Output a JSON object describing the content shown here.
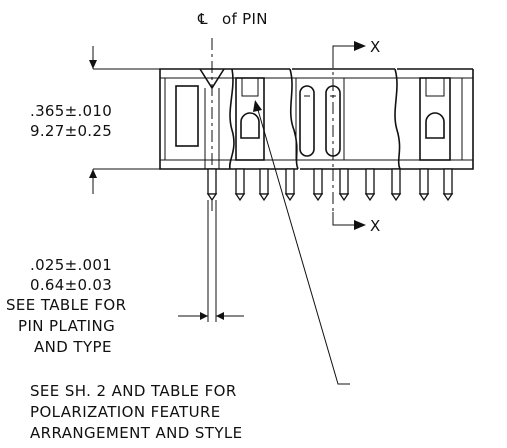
{
  "centerline": {
    "symbol": "℄",
    "label": "of PIN"
  },
  "section": {
    "marker_top": "X",
    "marker_bottom": "X"
  },
  "height_dim": {
    "inches": ".365±.010",
    "mm": "9.27±0.25"
  },
  "pin_dim": {
    "inches": ".025±.001",
    "mm": "0.64±0.03",
    "note_lines": [
      "SEE TABLE FOR",
      "PIN PLATING",
      "AND TYPE"
    ]
  },
  "polarization_note": {
    "lines": [
      "SEE SH. 2 AND TABLE FOR",
      "POLARIZATION FEATURE",
      "ARRANGEMENT AND STYLE"
    ]
  }
}
